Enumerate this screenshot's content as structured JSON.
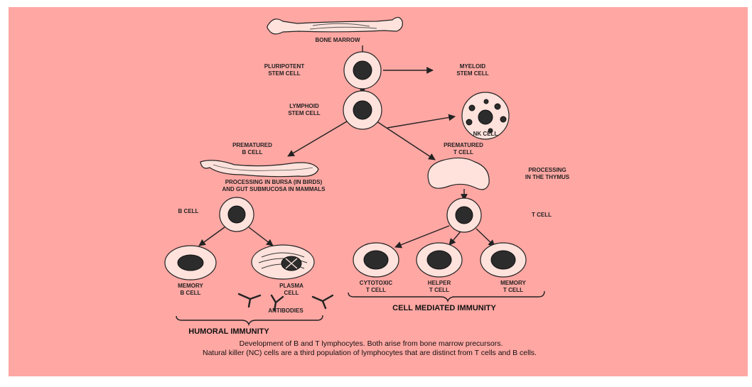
{
  "labels": {
    "bone_marrow": "BONE MARROW",
    "pluripotent": [
      "PLURIPOTENT",
      "STEM CELL"
    ],
    "myeloid": [
      "MYELOID",
      "STEM CELL"
    ],
    "lymphoid": [
      "LYMPHOID",
      "STEM CELL"
    ],
    "nk_cell": "NK CELL",
    "premature_b": [
      "PREMATURED",
      "B CELL"
    ],
    "premature_t": [
      "PREMATURED",
      "T CELL"
    ],
    "bursa": [
      "PROCESSING IN BURSA (IN BIRDS)",
      "AND GUT SUBMUCOSA IN MAMMALS"
    ],
    "thymus": [
      "PROCESSING",
      "IN THE THYMUS"
    ],
    "b_cell": "B CELL",
    "t_cell": "T CELL",
    "memory_b": [
      "MEMORY",
      "B CELL"
    ],
    "plasma": [
      "PLASMA",
      "CELL"
    ],
    "cytotoxic": [
      "CYTOTOXIC",
      "T CELL"
    ],
    "helper": [
      "HELPER",
      "T CELL"
    ],
    "memory_t": [
      "MEMORY",
      "T CELL"
    ],
    "antibodies": "ANTIBODIES",
    "cmi": "CELL MEDIATED IMMUNITY",
    "humoral": "HUMORAL IMMUNITY"
  },
  "caption": [
    "Development of B and T lymphocytes. Both arise from bone marrow precursors.",
    "Natural killer (NC) cells are a third population of lymphocytes that are distinct from T cells and B cells."
  ],
  "colors": {
    "background": "#ffa7a3",
    "ink": "#222222"
  }
}
